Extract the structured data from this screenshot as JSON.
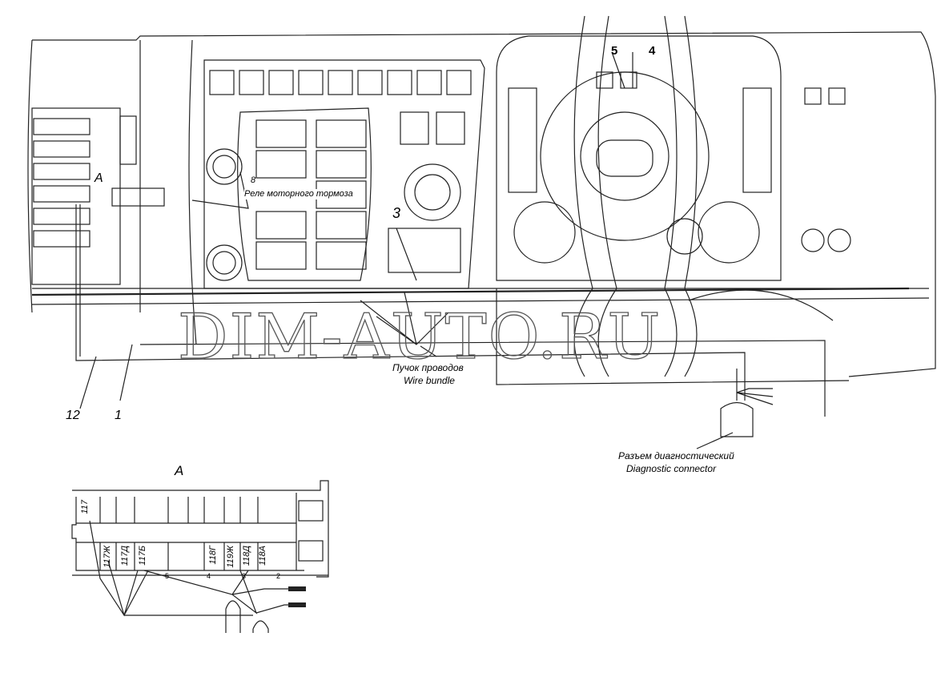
{
  "watermark": "DIM-AUTO.RU",
  "callouts": {
    "view_a": "A",
    "item_8": "8",
    "relay_label": "Реле моторного тормоза",
    "item_3": "3",
    "item_5": "5",
    "item_4": "4",
    "item_12": "12",
    "item_1": "1",
    "wire_bundle_ru": "Пучок проводов",
    "wire_bundle_en": "Wire bundle",
    "diag_ru": "Разъем диагностический",
    "diag_en": "Diagnostic connector"
  },
  "detail_a": {
    "title": "A",
    "top_labels": [
      "117"
    ],
    "bottom_labels": [
      "117Ж",
      "117Д",
      "117Б",
      "118Г",
      "119Ж",
      "118Д",
      "118А"
    ],
    "pin_numbers": [
      "5",
      "4",
      "3",
      "2"
    ]
  }
}
